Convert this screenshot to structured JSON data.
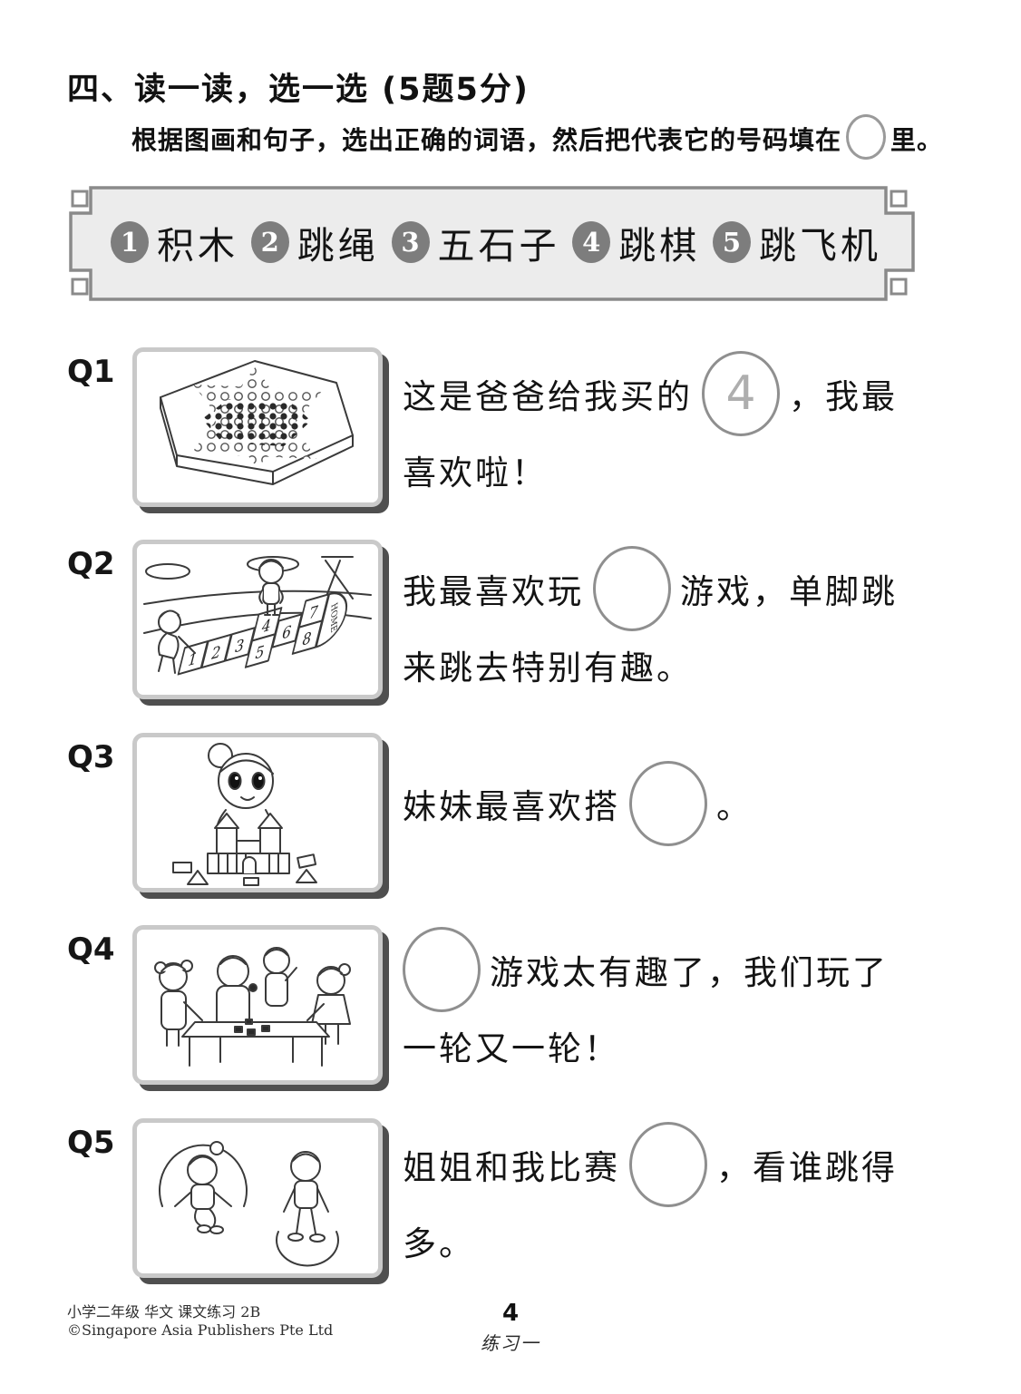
{
  "colors": {
    "frame_gray": "#8a8a8a",
    "wordbank_fill": "#ececec",
    "badge_gray": "#7d7d7d",
    "answer_gray": "#aeaeae",
    "image_border": "#c9c9c9",
    "image_shadow": "#4f4f4f"
  },
  "header": {
    "title": "四、读一读，选一选 (5题5分)",
    "instruction_before": "根据图画和句子，选出正确的词语，然后把代表它的号码填在",
    "instruction_after": "里。"
  },
  "word_bank": {
    "items": [
      {
        "num": "1",
        "label": "积木"
      },
      {
        "num": "2",
        "label": "跳绳"
      },
      {
        "num": "3",
        "label": "五石子"
      },
      {
        "num": "4",
        "label": "跳棋"
      },
      {
        "num": "5",
        "label": "跳飞机"
      }
    ]
  },
  "questions": [
    {
      "id": "Q1",
      "image": "chinese-checkers-board",
      "text_before": "这是爸爸给我买的",
      "answer": "4",
      "text_after": "，我最",
      "line2": "喜欢啦！"
    },
    {
      "id": "Q2",
      "image": "hopscotch-game",
      "text_before": "我最喜欢玩",
      "answer": "",
      "text_after": "游戏，单脚跳",
      "line2": "来跳去特别有趣。",
      "image_labels": [
        "1",
        "2",
        "3",
        "4",
        "5",
        "6",
        "7",
        "8",
        "HOME"
      ]
    },
    {
      "id": "Q3",
      "image": "girl-building-blocks",
      "text_before": "妹妹最喜欢搭",
      "answer": "",
      "text_after": "。",
      "line2": ""
    },
    {
      "id": "Q4",
      "image": "children-playing-five-stones",
      "text_before": "",
      "answer": "",
      "text_after": "游戏太有趣了，我们玩了",
      "line2": "一轮又一轮！"
    },
    {
      "id": "Q5",
      "image": "children-rope-skipping",
      "text_before": "姐姐和我比赛",
      "answer": "",
      "text_after": "，看谁跳得",
      "line2": "多。"
    }
  ],
  "footer": {
    "book": "小学二年级 华文 课文练习 2B",
    "copyright": "©Singapore Asia Publishers Pte Ltd",
    "page_number": "4",
    "section": "练习一"
  }
}
